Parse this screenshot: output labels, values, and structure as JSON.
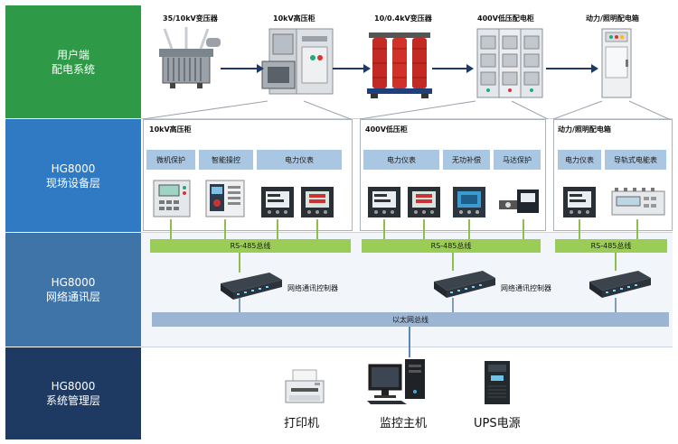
{
  "layers": [
    {
      "title_line1": "用户端",
      "title_line2": "配电系统",
      "color": "#2e9a47"
    },
    {
      "title_line1": "HG8000",
      "title_line2": "现场设备层",
      "color": "#2f7ac2"
    },
    {
      "title_line1": "HG8000",
      "title_line2": "网络通讯层",
      "color": "#3f74a8"
    },
    {
      "title_line1": "HG8000",
      "title_line2": "系统管理层",
      "color": "#1e3a63"
    }
  ],
  "top_equipment": [
    "35/10kV变压器",
    "10kV高压柜",
    "10/0.4kV变压器",
    "400V低压配电柜",
    "动力/照明配电箱"
  ],
  "panels": [
    {
      "title": "10kV高压柜",
      "chips": [
        "微机保护",
        "智能操控",
        "电力仪表"
      ]
    },
    {
      "title": "400V低压柜",
      "chips": [
        "电力仪表",
        "无功补偿",
        "马达保护"
      ]
    },
    {
      "title": "动力/照明配电箱",
      "chips": [
        "电力仪表",
        "导轨式电能表"
      ]
    }
  ],
  "bus_label": "RS-485总线",
  "controller_label": "网络通讯控制器",
  "ethernet_label": "以太网总线",
  "management": [
    "打印机",
    "监控主机",
    "UPS电源"
  ]
}
